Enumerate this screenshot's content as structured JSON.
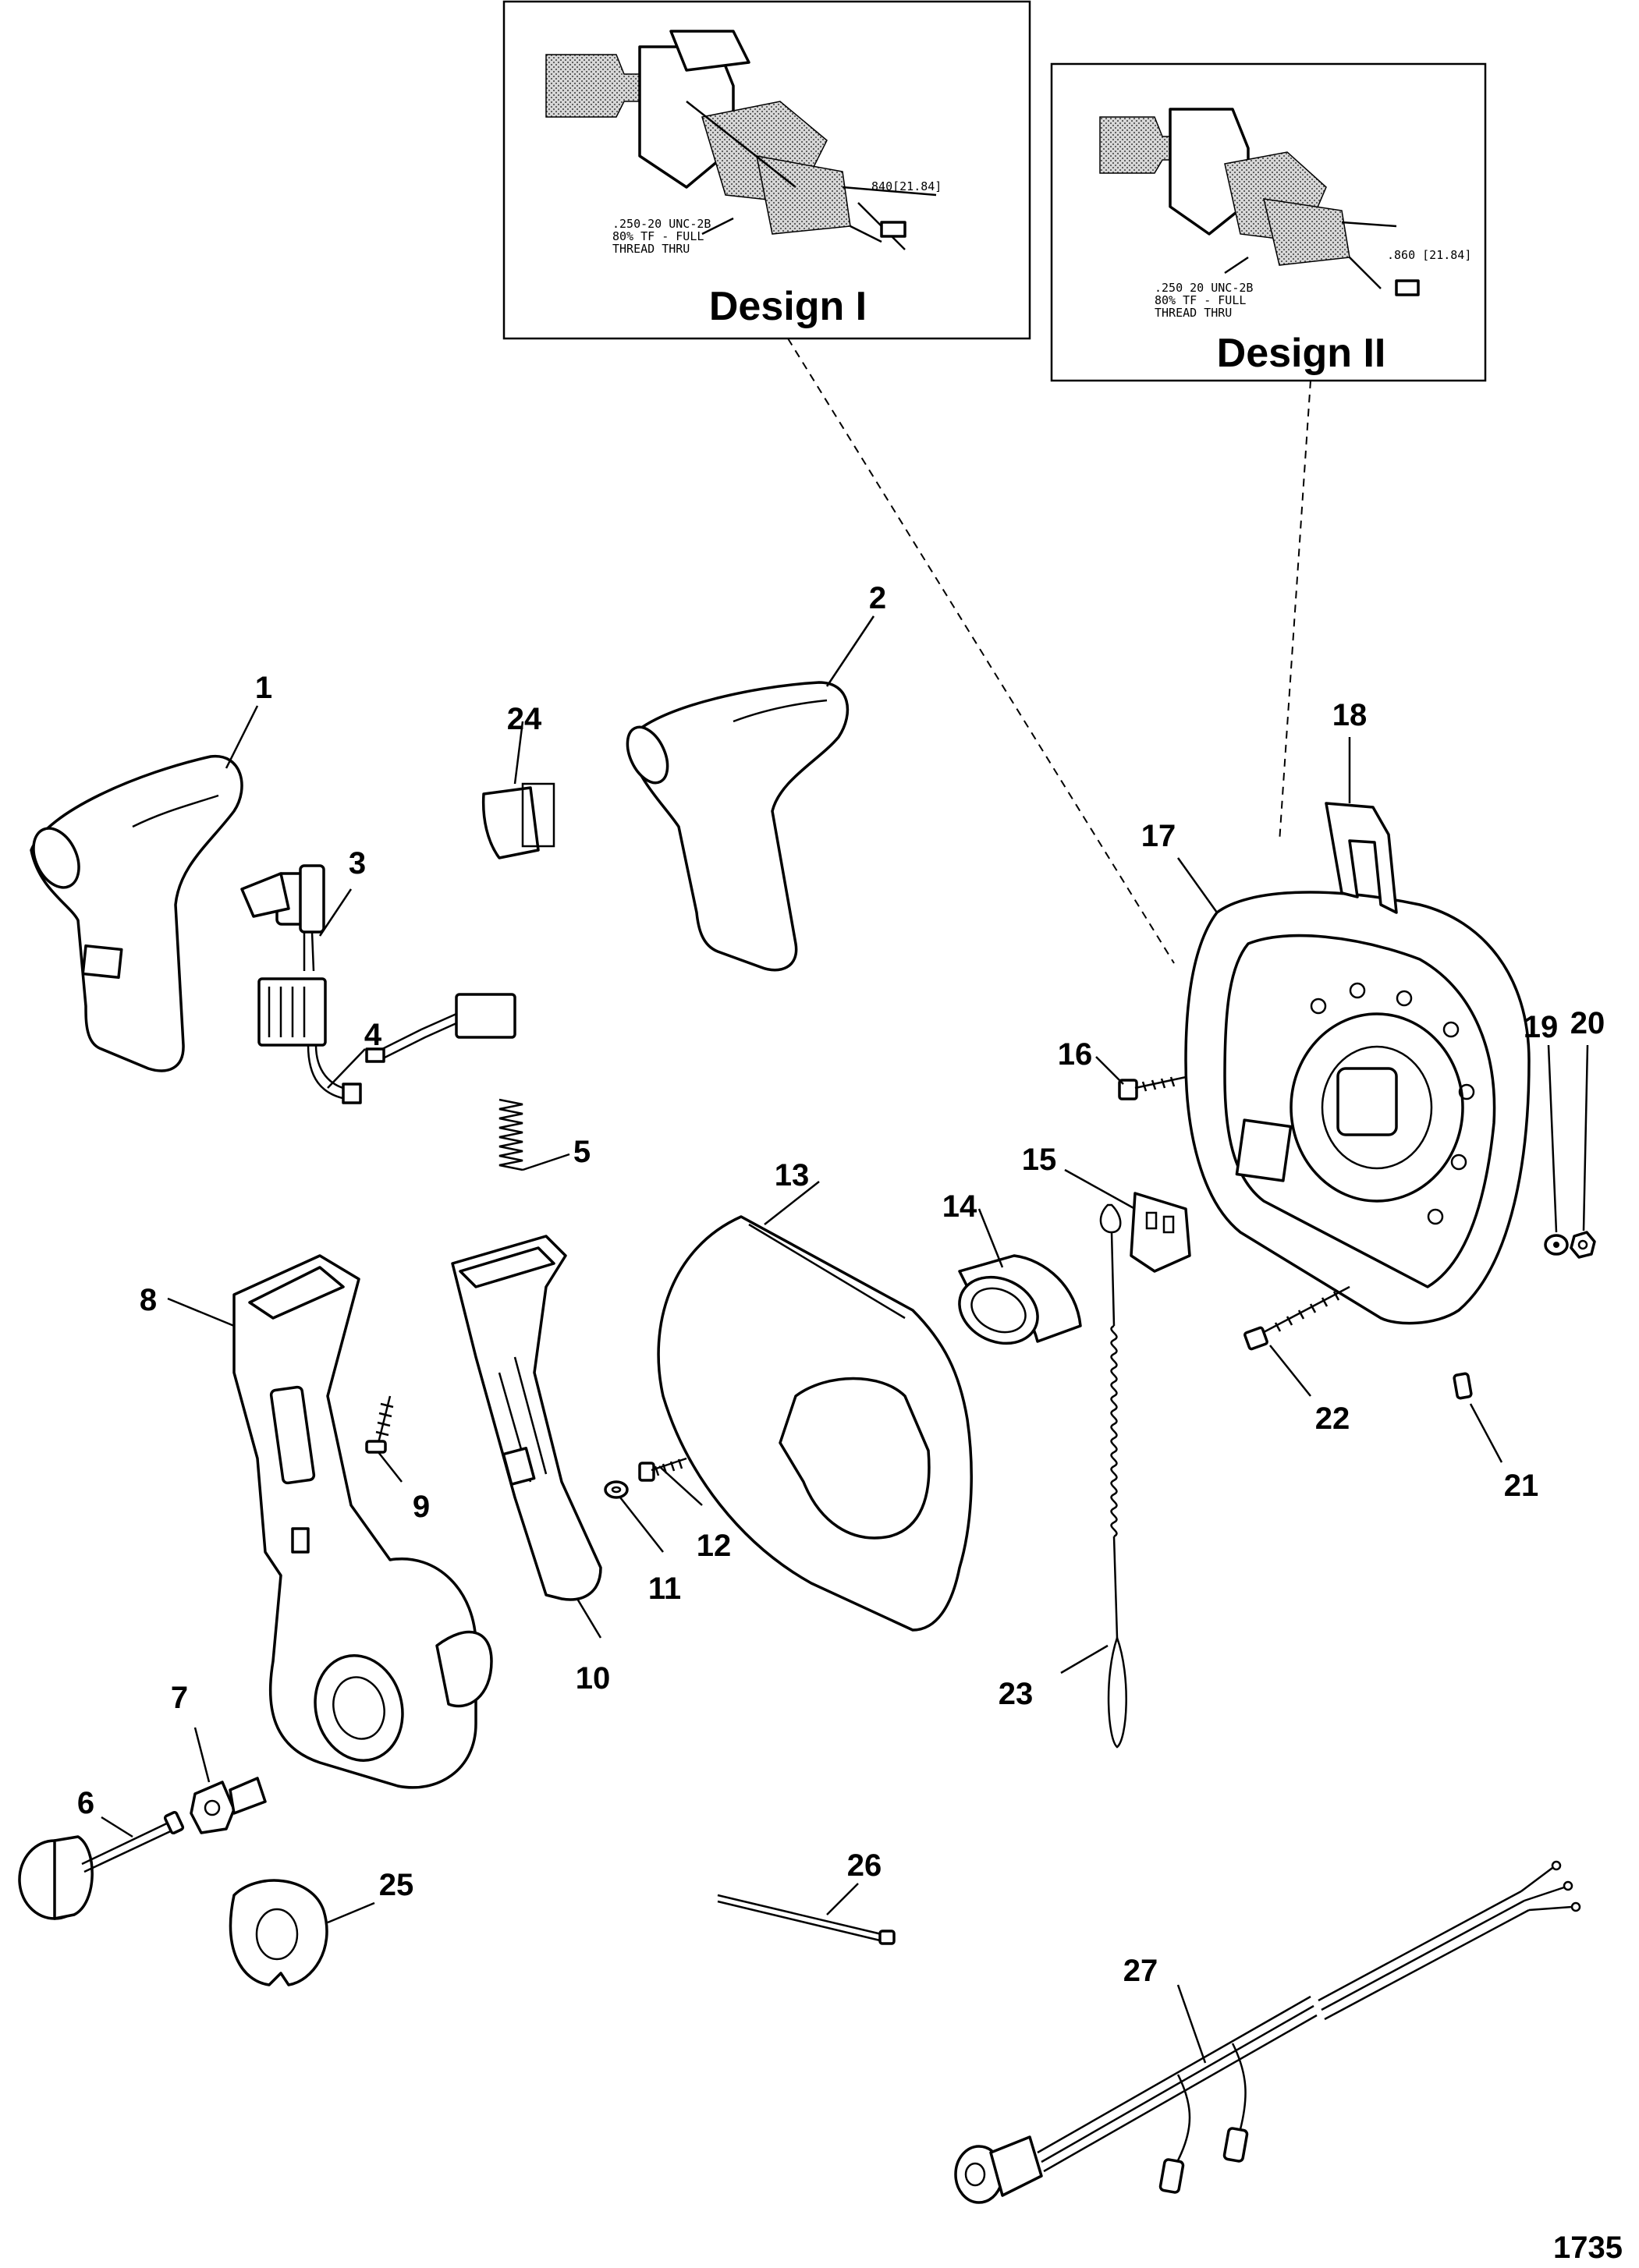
{
  "diagram": {
    "figure_number": "1735",
    "insets": [
      {
        "title": "Design I",
        "dimension_label": ".840[21.84]",
        "thread_note": [
          ".250-20 UNC-2B",
          "80% TF - FULL",
          "THREAD THRU"
        ]
      },
      {
        "title": "Design II",
        "dimension_label": ".860 [21.84]",
        "thread_note": [
          ".250 20 UNC-2B",
          "80% TF - FULL",
          "THREAD THRU"
        ]
      }
    ],
    "callouts": [
      "1",
      "2",
      "3",
      "4",
      "5",
      "6",
      "7",
      "8",
      "9",
      "10",
      "11",
      "12",
      "13",
      "14",
      "15",
      "16",
      "17",
      "18",
      "19",
      "20",
      "21",
      "22",
      "23",
      "24",
      "25",
      "26",
      "27"
    ]
  }
}
